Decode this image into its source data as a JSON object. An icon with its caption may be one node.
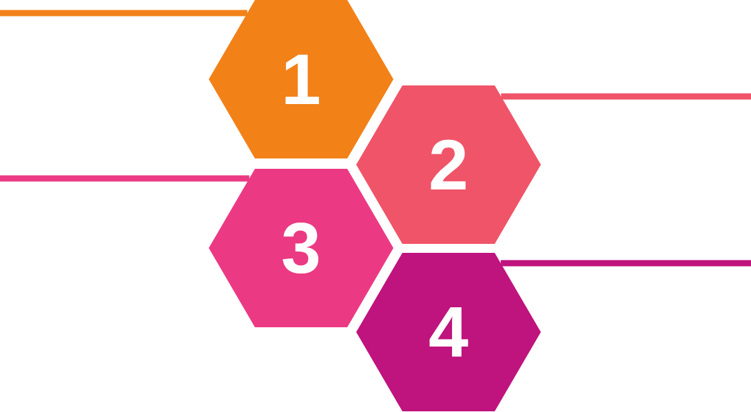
{
  "diagram": {
    "nodes": [
      {
        "text": [
          "1"
        ]
      },
      {
        "text": [
          "2"
        ]
      },
      {
        "text": [
          "3"
        ]
      },
      {
        "text": [
          "4"
        ]
      }
    ],
    "edges": [
      {
        "from": 0,
        "to": null,
        "arrow": "none",
        "color": "#f28118"
      },
      {
        "from": 1,
        "to": null,
        "arrow": "none",
        "color": "#f05468"
      },
      {
        "from": 2,
        "to": null,
        "arrow": "none",
        "color": "#eb3a83"
      },
      {
        "from": 3,
        "to": null,
        "arrow": "none",
        "color": "#bf137e"
      }
    ]
  }
}
